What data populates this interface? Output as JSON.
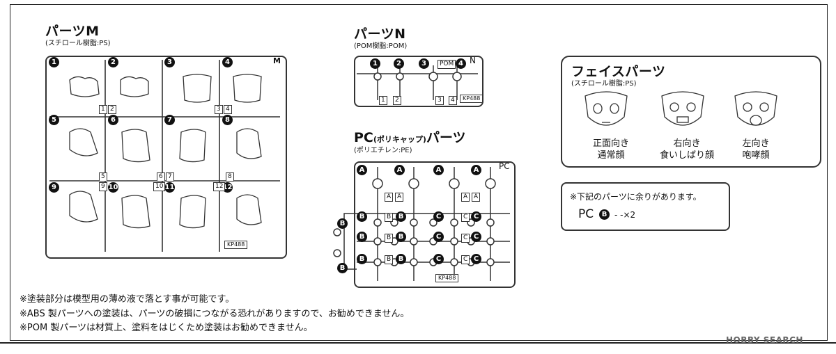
{
  "parts_m": {
    "title": "パーツM",
    "subtitle": "(スチロール樹脂:PS)",
    "runner_letter": "M",
    "part_numbers": [
      "1",
      "2",
      "3",
      "4",
      "5",
      "6",
      "7",
      "8",
      "9",
      "10",
      "11",
      "12"
    ],
    "gate_tags": [
      "1",
      "2",
      "3",
      "4",
      "5",
      "6",
      "7",
      "8",
      "9",
      "10",
      "11",
      "12"
    ],
    "code": "KP488"
  },
  "parts_n": {
    "title": "パーツN",
    "subtitle": "(POM樹脂:POM)",
    "runner_letter": "N",
    "runner_tag": "POM",
    "part_numbers": [
      "1",
      "2",
      "3",
      "4"
    ],
    "gate_tags": [
      "1",
      "2",
      "3",
      "4"
    ],
    "code": "KP488"
  },
  "parts_pc": {
    "title_pc": "PC",
    "title_kana": "(ポリキャップ)",
    "title_parts": "パーツ",
    "subtitle": "(ポリエチレン:PE)",
    "runner_letter": "PC",
    "letter_a": "A",
    "letter_b": "B",
    "letter_c": "C",
    "code": "KP488"
  },
  "face_parts": {
    "title": "フェイスパーツ",
    "subtitle": "(スチロール樹脂:PS)",
    "faces": [
      {
        "line1": "正面向き",
        "line2": "通常顔"
      },
      {
        "line1": "右向き",
        "line2": "食いしばり顔"
      },
      {
        "line1": "左向き",
        "line2": "咆哮顔"
      }
    ]
  },
  "extra_parts": {
    "text": "※下記のパーツに余りがあります。",
    "item_prefix": "PC",
    "item_letter": "B",
    "item_suffix": "- -×2"
  },
  "notes": [
    "※塗装部分は模型用の薄め液で落とす事が可能です。",
    "※ABS 製パーツへの塗装は、パーツの破損につながる恐れがありますので、お勧めできません。",
    "※POM 製パーツは材質上、塗料をはじくため塗装はお勧めできません。"
  ],
  "watermark": "HOBBY SEARCH"
}
